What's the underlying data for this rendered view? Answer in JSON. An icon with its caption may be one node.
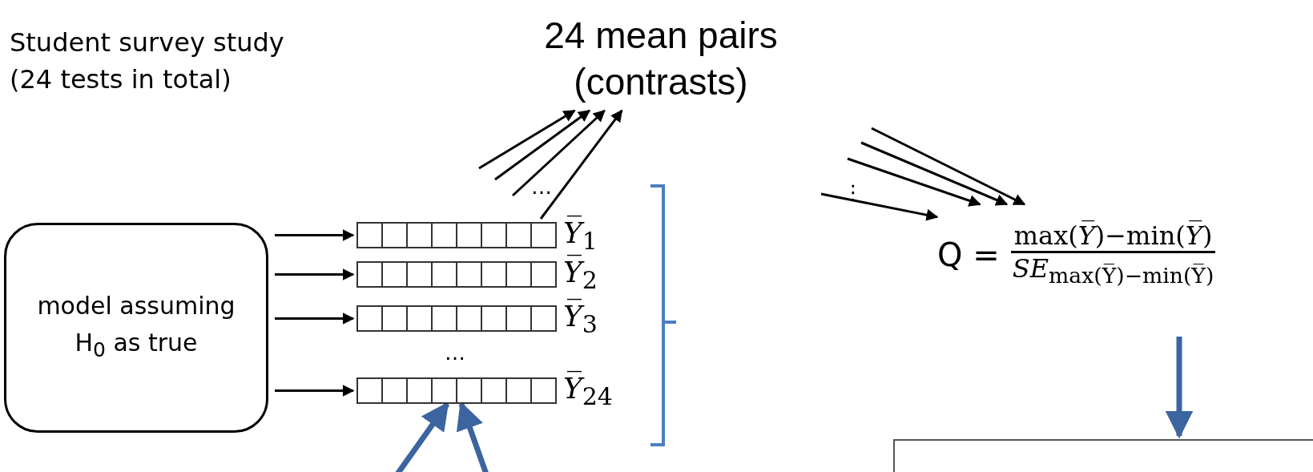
{
  "diagram": {
    "title": "Student survey study (24 tests in total)",
    "nodes": [
      {
        "text": [
          "model assuming H$_{0}$ as true"
        ]
      },
      {
        "text": [],
        "shape": "bar",
        "beside": [
          "*Y̅*$_{1}$"
        ]
      },
      {
        "text": [],
        "shape": "bar",
        "beside": [
          "*Y̅*$_{2}$"
        ]
      },
      {
        "text": [],
        "shape": "bar",
        "beside": [
          "*Y̅*$_{3}$"
        ]
      },
      {
        "text": [],
        "shape": "bar",
        "beside": [
          "*Y̅*$_{24}$"
        ]
      },
      {
        "text": [
          "24 mean pairs (contrasts)"
        ]
      },
      {
        "text": [
          "Q =",
          "max(*Y̅*)−min(*Y̅*)",
          "*SE*$_{max(Y̅)−min(Y̅)}$"
        ]
      },
      {
        "text": [],
        "shape": "box"
      }
    ],
    "edges": [
      {
        "from": 0,
        "to": 1,
        "arrow": "to"
      },
      {
        "from": 0,
        "to": 2,
        "arrow": "to"
      },
      {
        "from": 0,
        "to": 3,
        "arrow": "to"
      },
      {
        "from": 0,
        "to": 4,
        "arrow": "to"
      },
      {
        "from": null,
        "to": 5,
        "arrow": "to"
      },
      {
        "from": null,
        "to": 5,
        "arrow": "to"
      },
      {
        "from": null,
        "to": 5,
        "arrow": "to"
      },
      {
        "from": 1,
        "to": 5,
        "arrow": "to"
      },
      {
        "from": null,
        "to": 6,
        "arrow": "to"
      },
      {
        "from": null,
        "to": 6,
        "arrow": "to"
      },
      {
        "from": null,
        "to": 6,
        "arrow": "to"
      },
      {
        "from": null,
        "to": 6,
        "arrow": "to"
      },
      {
        "from": 6,
        "to": 7,
        "arrow": "to",
        "style": "thick",
        "color": "#3c65a0"
      },
      {
        "from": null,
        "to": 4,
        "arrow": "to",
        "style": "thick",
        "color": "#3c65a0"
      },
      {
        "from": null,
        "to": 4,
        "arrow": "to",
        "style": "thick",
        "color": "#3c65a0"
      }
    ],
    "labels": [
      "…",
      "…",
      "⋮"
    ]
  }
}
